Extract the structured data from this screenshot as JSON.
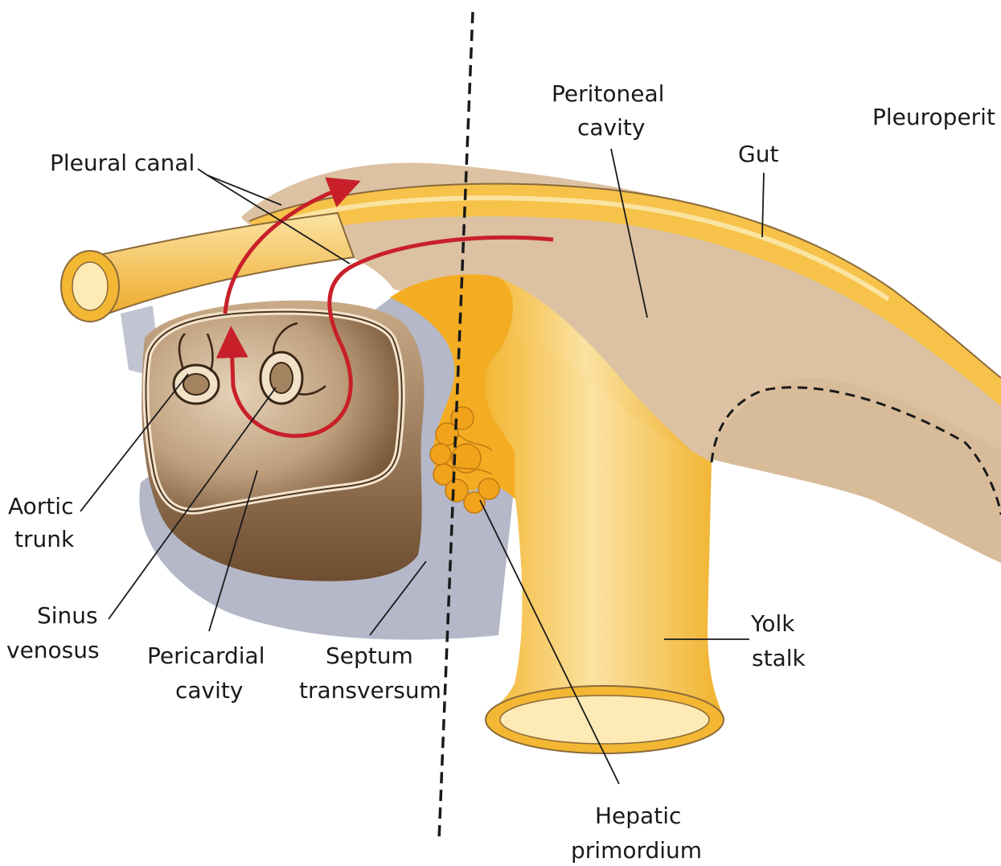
{
  "labels": {
    "pleural_canal": "Pleural canal",
    "peritoneal_cavity_1": "Peritoneal",
    "peritoneal_cavity_2": "cavity",
    "pleuroperit": "Pleuroperit",
    "gut": "Gut",
    "aortic_trunk_1": "Aortic",
    "aortic_trunk_2": "trunk",
    "sinus_venosus_1": "Sinus",
    "sinus_venosus_2": "venosus",
    "pericardial_cavity_1": "Pericardial",
    "pericardial_cavity_2": "cavity",
    "septum_transversum_1": "Septum",
    "septum_transversum_2": "transversum",
    "yolk_stalk_1": "Yolk",
    "yolk_stalk_2": "stalk",
    "hepatic_primordium_1": "Hepatic",
    "hepatic_primordium_2": "primordium"
  },
  "colors": {
    "tan_body": "#dcc2a2",
    "gut_yellow": "#f6c24a",
    "gut_light": "#fbdc86",
    "liver_orange": "#f4ad22",
    "pericardial_brown": "#7a5a3a",
    "shadow_blue": "#a7acbe",
    "arrow_red": "#c8202a"
  }
}
